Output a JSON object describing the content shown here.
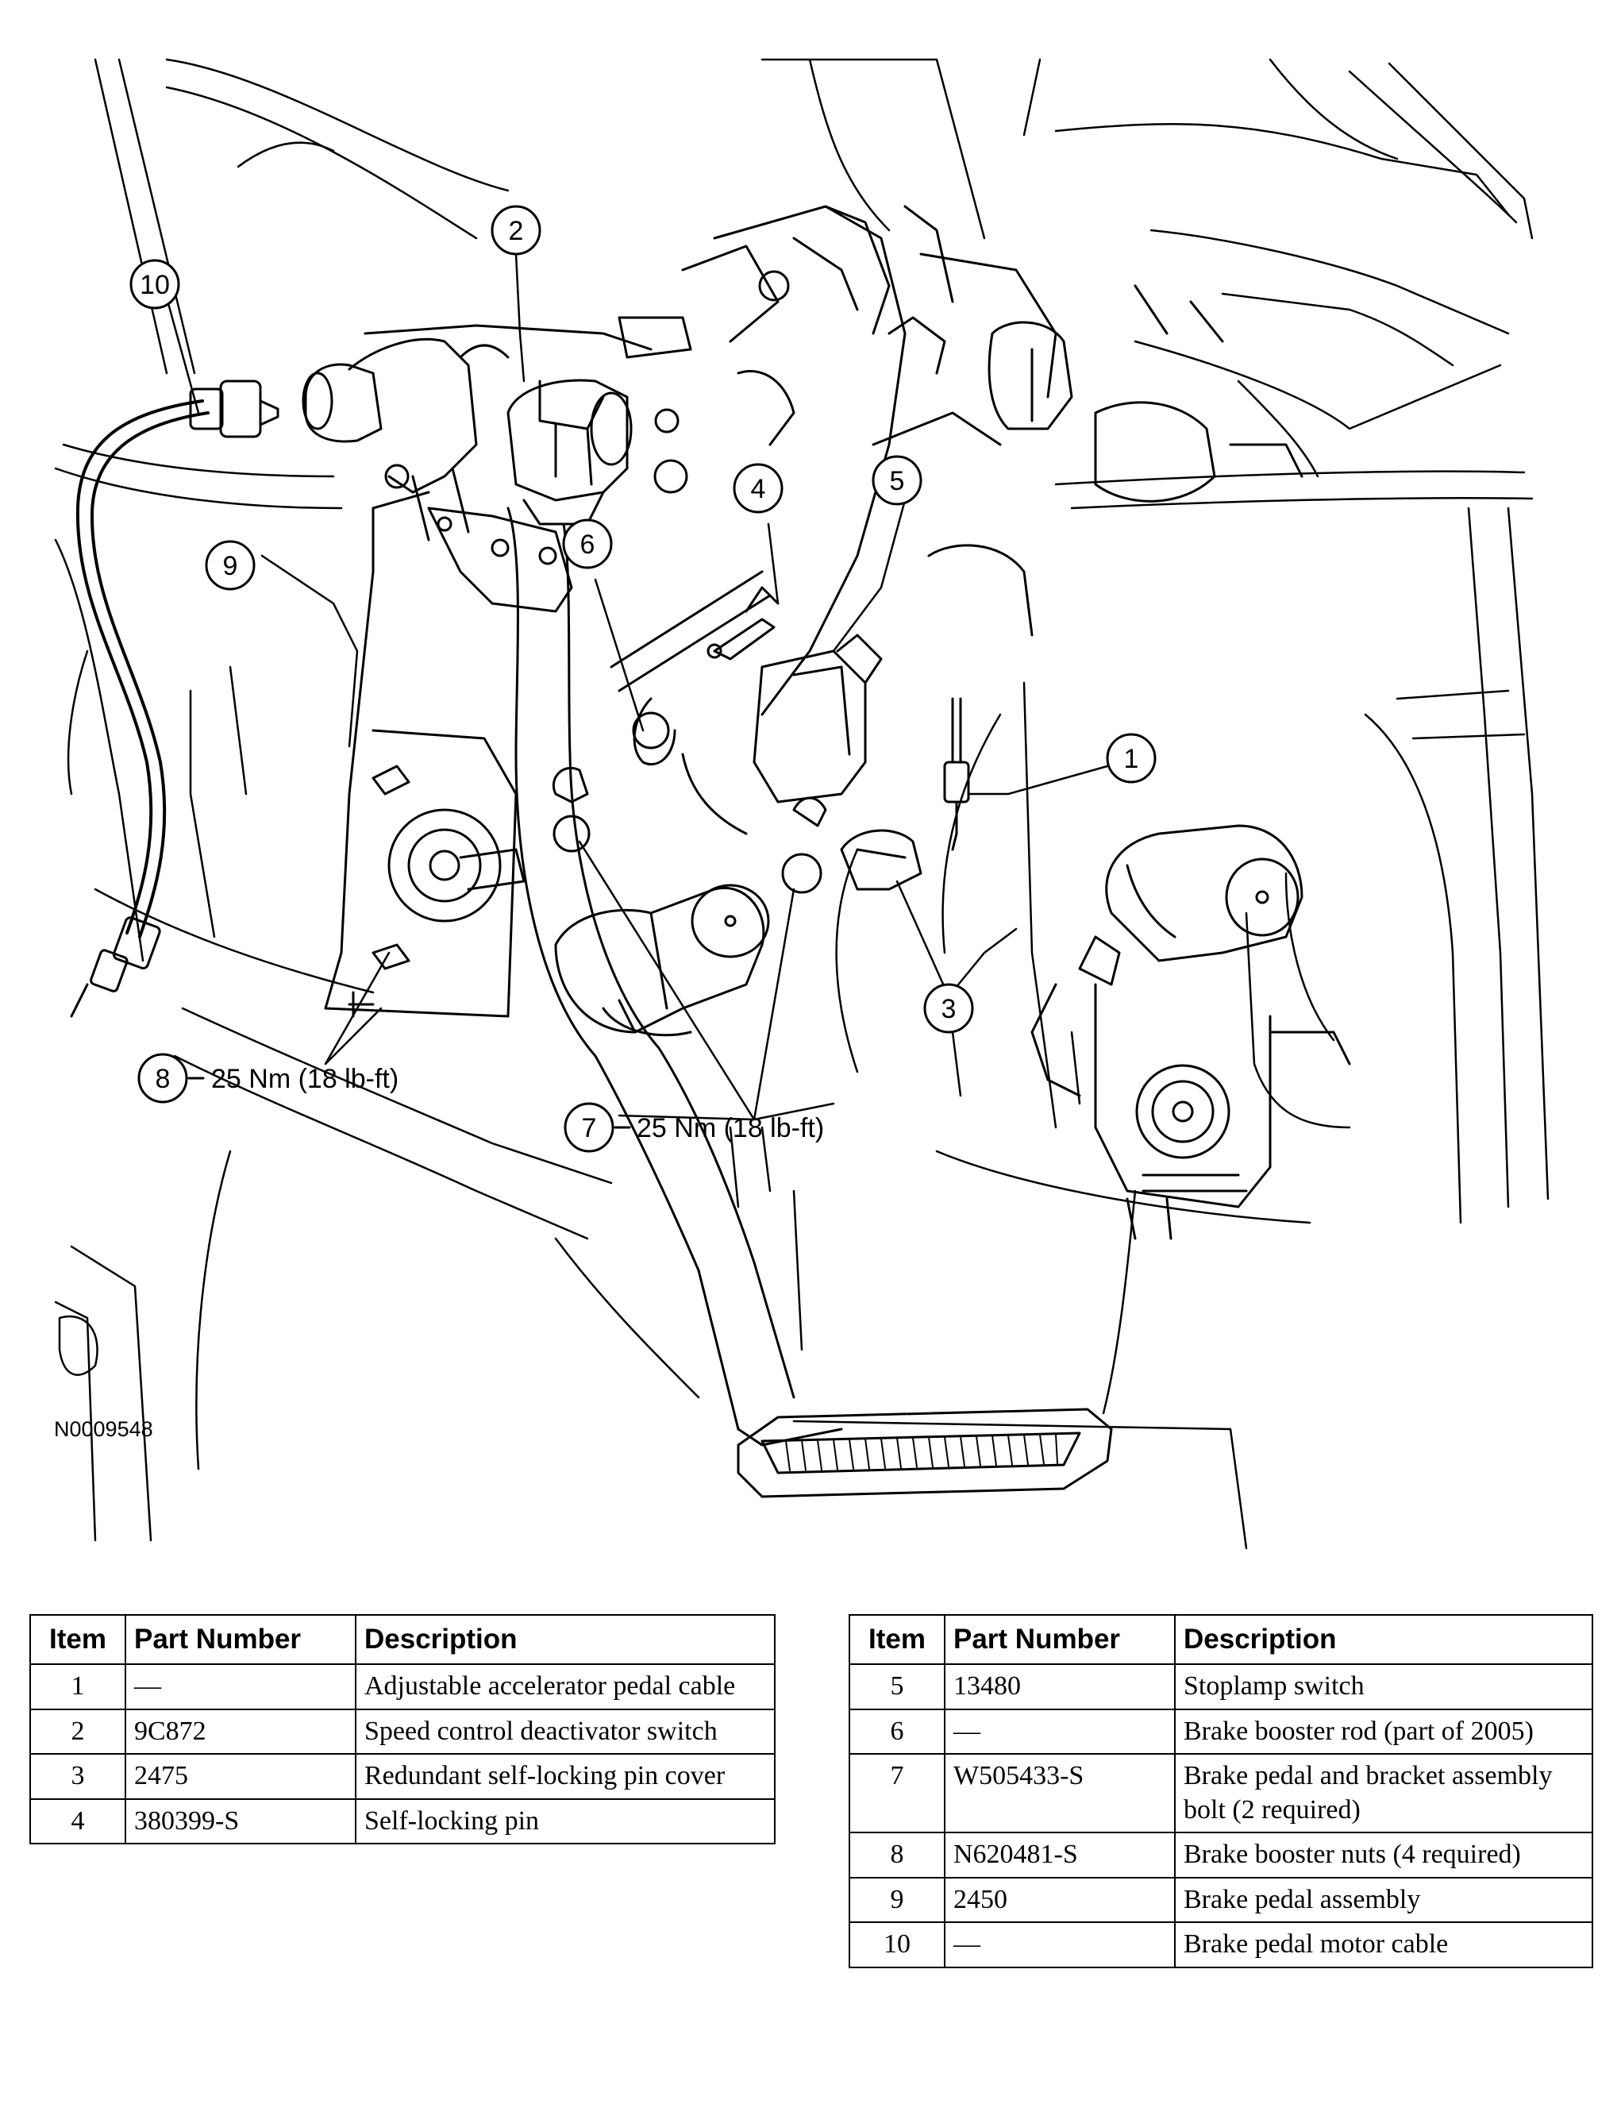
{
  "figure": {
    "id": "N0009548",
    "callouts": [
      "1",
      "2",
      "3",
      "4",
      "5",
      "6",
      "7",
      "8",
      "9",
      "10"
    ],
    "torque_8": "25 Nm (18 lb-ft)",
    "torque_7": "25 Nm (18 lb-ft)"
  },
  "tables": {
    "headers": {
      "item": "Item",
      "part_number": "Part Number",
      "description": "Description"
    },
    "left": [
      {
        "item": "1",
        "part": "—",
        "desc": "Adjustable accelerator pedal cable"
      },
      {
        "item": "2",
        "part": "9C872",
        "desc": "Speed control deactivator switch"
      },
      {
        "item": "3",
        "part": "2475",
        "desc": "Redundant self-locking pin cover"
      },
      {
        "item": "4",
        "part": "380399-S",
        "desc": "Self-locking pin"
      }
    ],
    "right": [
      {
        "item": "5",
        "part": "13480",
        "desc": "Stoplamp switch"
      },
      {
        "item": "6",
        "part": "—",
        "desc": "Brake booster rod (part of 2005)"
      },
      {
        "item": "7",
        "part": "W505433-S",
        "desc": "Brake pedal and bracket assembly bolt (2 required)"
      },
      {
        "item": "8",
        "part": "N620481-S",
        "desc": "Brake booster nuts (4 required)"
      },
      {
        "item": "9",
        "part": "2450",
        "desc": "Brake pedal assembly"
      },
      {
        "item": "10",
        "part": "—",
        "desc": "Brake pedal motor cable"
      }
    ]
  }
}
